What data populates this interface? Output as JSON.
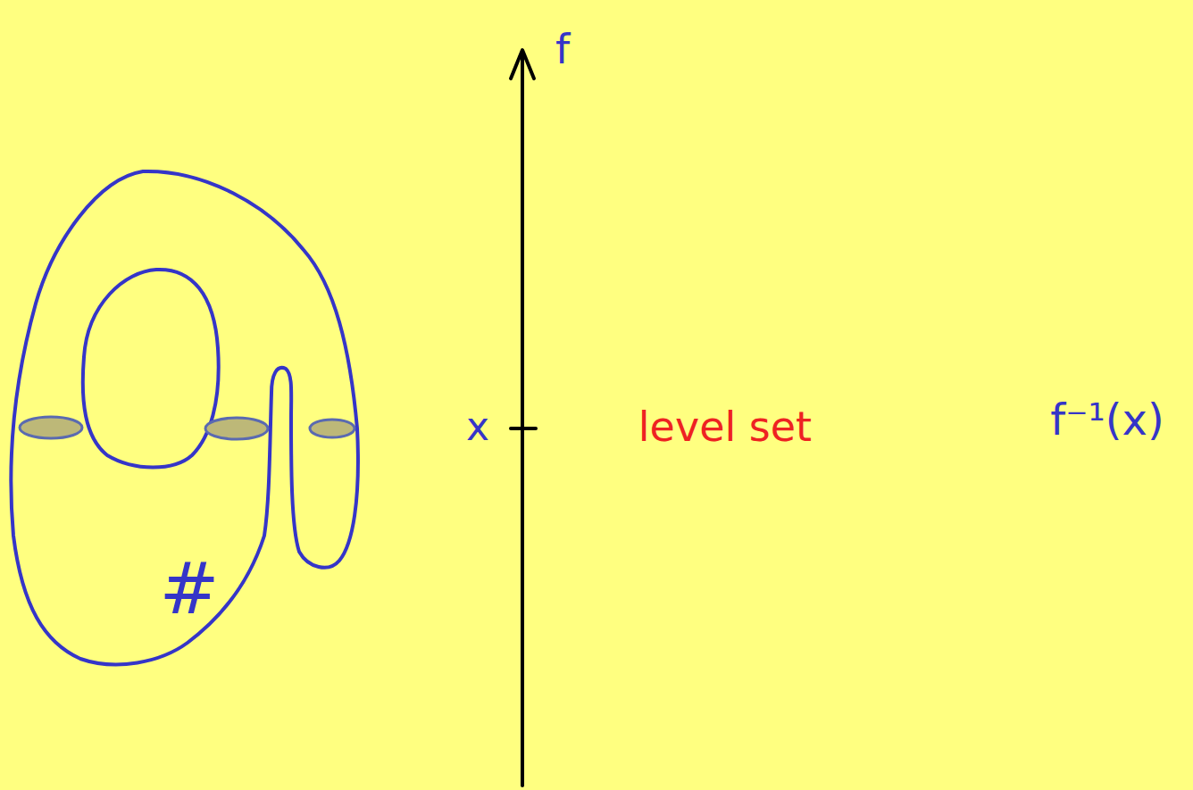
{
  "diagram": {
    "labels": [
      "f",
      "x",
      "level set",
      "f⁻¹(x)",
      "#"
    ]
  }
}
